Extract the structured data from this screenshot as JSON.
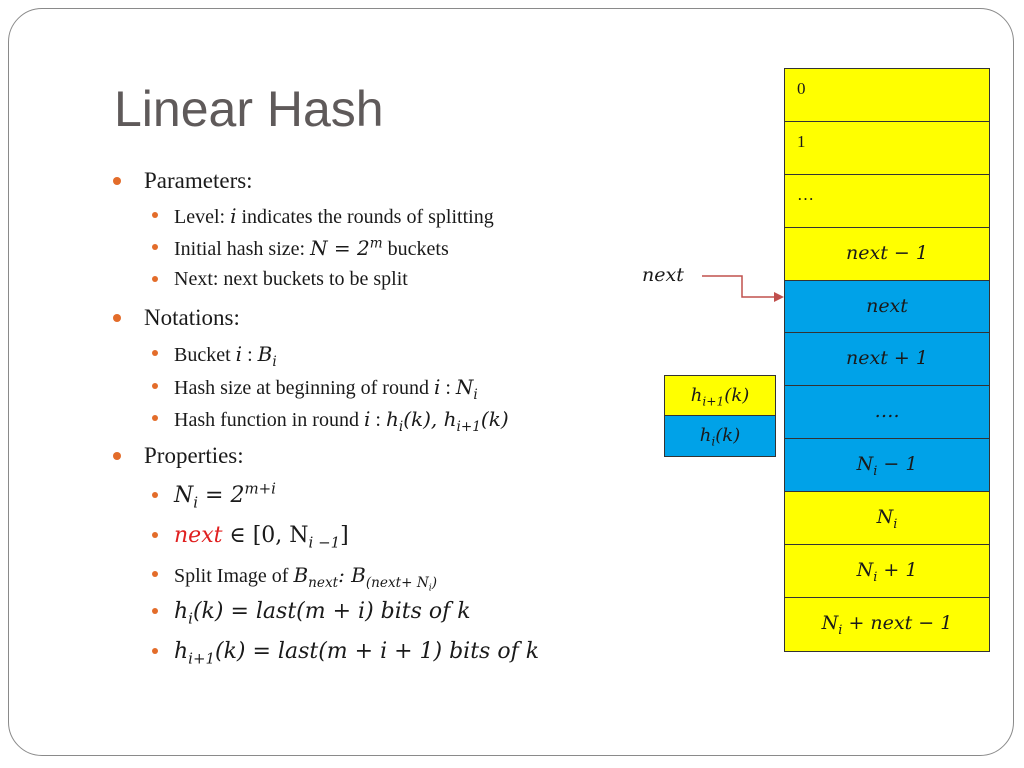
{
  "title": "Linear Hash",
  "bullets": {
    "parameters": "Parameters:",
    "level_prefix": "Level: ",
    "level_var": "i",
    "level_suffix": " indicates the rounds of splitting",
    "initial_prefix": "Initial hash size: ",
    "initial_math": "N =  2",
    "initial_sup": "m",
    "initial_suffix": " buckets",
    "next_item": "Next: next buckets to be split",
    "notations": "Notations:",
    "bucket_prefix": "Bucket ",
    "bucket_i": "i",
    "bucket_sep": " : ",
    "bucket_B": "B",
    "bucket_sub": "i",
    "hashsize_prefix": "Hash size at beginning of round ",
    "hashsize_i": "i",
    "hashsize_sep": " : ",
    "hashsize_N": "N",
    "hashsize_sub": "i",
    "hashfn_prefix": "Hash function in round ",
    "hashfn_i": "i",
    "hashfn_sep": " : ",
    "hashfn_math1": "h",
    "hashfn_sub1": "i",
    "hashfn_mid": "(k), h",
    "hashfn_sub2": "i+1",
    "hashfn_end": "(k)",
    "properties": "Properties:",
    "prop1_N": "N",
    "prop1_sub": "i",
    "prop1_eq": " = 2",
    "prop1_sup": "m+i",
    "prop2_next": "next",
    "prop2_rest": "  ∈ [0, N",
    "prop2_sub": "i −1",
    "prop2_end": "]",
    "prop3_prefix": "Split Image of ",
    "prop3_B": "B",
    "prop3_sub": "next",
    "prop3_sep": ": B",
    "prop3_sub2": "(next+ N",
    "prop3_sub2b": "i",
    "prop3_sub2c": ")",
    "prop4_h": "h",
    "prop4_sub": "i",
    "prop4_rest": "(k) = last(m + i) bits of  k",
    "prop5_h": "h",
    "prop5_sub": "i+1",
    "prop5_rest": "(k) = last(m + i + 1) bits of  k"
  },
  "buckets": [
    {
      "label": "0",
      "color": "yellow"
    },
    {
      "label": "1",
      "color": "yellow"
    },
    {
      "label": "…",
      "color": "yellow"
    },
    {
      "label": "next − 1",
      "color": "yellow"
    },
    {
      "label": "next",
      "color": "blue"
    },
    {
      "label": "next + 1",
      "color": "blue"
    },
    {
      "label": "….",
      "color": "blue"
    },
    {
      "label": "N",
      "sub": "i",
      "tail": " − 1",
      "color": "blue"
    },
    {
      "label": "N",
      "sub": "i",
      "tail": "",
      "color": "yellow"
    },
    {
      "label": "N",
      "sub": "i",
      "tail": " + 1",
      "color": "yellow"
    },
    {
      "label": "N",
      "sub": "i",
      "tail": " + next  − 1",
      "color": "yellow"
    }
  ],
  "legend": {
    "yellow_h": "h",
    "yellow_sub": "i+1",
    "yellow_tail": "(k)",
    "blue_h": "h",
    "blue_sub": "i",
    "blue_tail": "(k)"
  },
  "pointer_label": "next",
  "colors": {
    "yellow": "#ffff00",
    "blue": "#00a2e8",
    "bullet": "#e36c2a",
    "arrow": "#c0504d",
    "red": "#e02020"
  }
}
